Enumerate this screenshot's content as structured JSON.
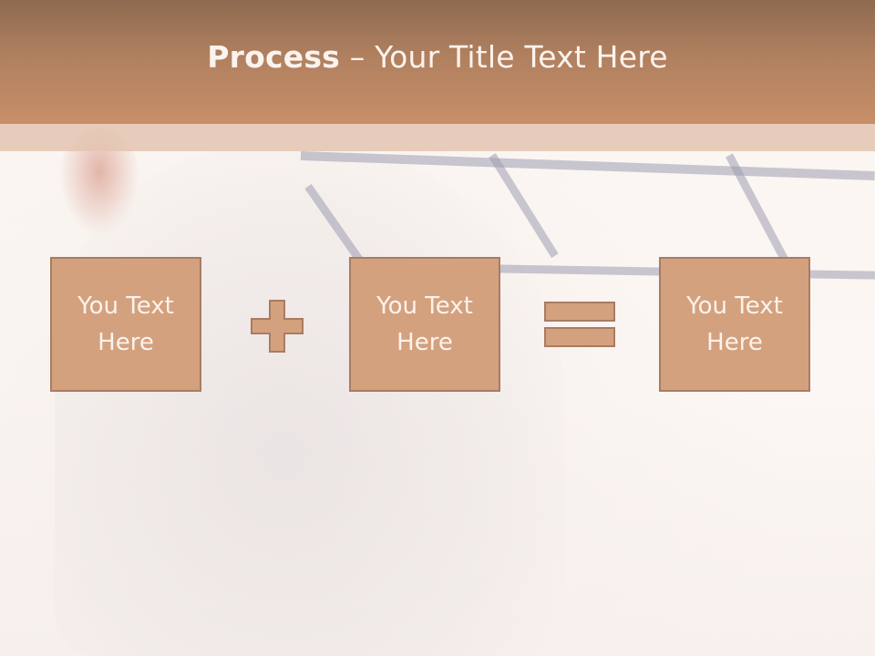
{
  "slide": {
    "title_bold": "Process",
    "title_rest": " – Your Title Text Here",
    "boxes": [
      {
        "label": "You Text Here"
      },
      {
        "label": "You Text Here"
      },
      {
        "label": "You Text Here"
      }
    ],
    "operators": [
      "plus-icon",
      "equals-icon"
    ]
  },
  "colors": {
    "header": "#b0805f",
    "box_fill": "#d4a17e",
    "box_border": "#a87c63",
    "text_light": "#fbf3ee"
  }
}
